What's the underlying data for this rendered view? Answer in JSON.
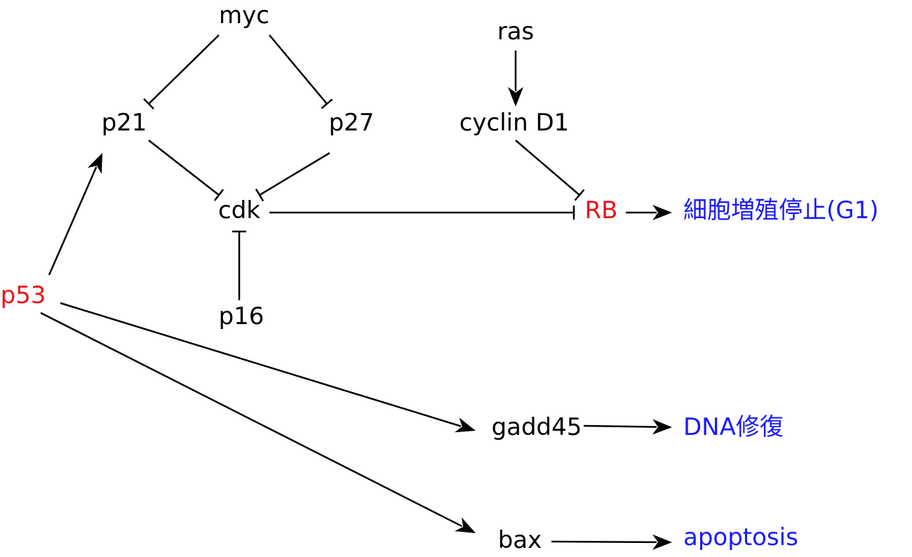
{
  "colors": {
    "default_text": "#000000",
    "key_gene": "#e8141b",
    "outcome": "#1a1aff",
    "edge": "#000000"
  },
  "nodes": {
    "myc": {
      "label": "myc",
      "color": "black"
    },
    "ras": {
      "label": "ras",
      "color": "black"
    },
    "p21": {
      "label": "p21",
      "color": "black"
    },
    "p27": {
      "label": "p27",
      "color": "black"
    },
    "cyclin_d1": {
      "label": "cyclin D1",
      "color": "black"
    },
    "cdk": {
      "label": "cdk",
      "color": "black"
    },
    "rb": {
      "label": "RB",
      "color": "red"
    },
    "p53": {
      "label": "p53",
      "color": "red"
    },
    "p16": {
      "label": "p16",
      "color": "black"
    },
    "gadd45": {
      "label": "gadd45",
      "color": "black"
    },
    "bax": {
      "label": "bax",
      "color": "black"
    },
    "cell_cycle_arrest": {
      "label": "細胞増殖停止(G1)",
      "color": "blue"
    },
    "dna_repair": {
      "label": "DNA修復",
      "color": "blue"
    },
    "apoptosis": {
      "label": "apoptosis",
      "color": "blue"
    }
  },
  "edges": [
    {
      "from": "myc",
      "to": "p21",
      "type": "inhibit"
    },
    {
      "from": "myc",
      "to": "p27",
      "type": "inhibit"
    },
    {
      "from": "ras",
      "to": "cyclin_d1",
      "type": "activate"
    },
    {
      "from": "p21",
      "to": "cdk",
      "type": "inhibit"
    },
    {
      "from": "p27",
      "to": "cdk",
      "type": "inhibit"
    },
    {
      "from": "cyclin_d1",
      "to": "rb",
      "type": "inhibit"
    },
    {
      "from": "cdk",
      "to": "rb",
      "type": "inhibit"
    },
    {
      "from": "p16",
      "to": "cdk",
      "type": "inhibit"
    },
    {
      "from": "p53",
      "to": "p21",
      "type": "activate"
    },
    {
      "from": "p53",
      "to": "gadd45",
      "type": "activate"
    },
    {
      "from": "p53",
      "to": "bax",
      "type": "activate"
    },
    {
      "from": "rb",
      "to": "cell_cycle_arrest",
      "type": "activate"
    },
    {
      "from": "gadd45",
      "to": "dna_repair",
      "type": "activate"
    },
    {
      "from": "bax",
      "to": "apoptosis",
      "type": "activate"
    }
  ]
}
